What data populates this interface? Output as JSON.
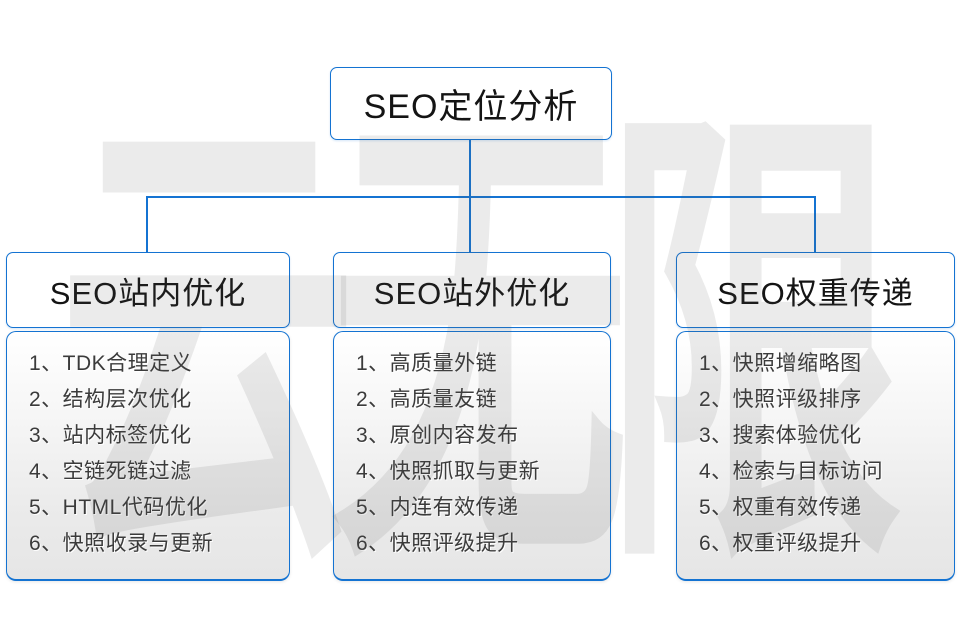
{
  "diagram": {
    "watermark": "云无限",
    "root": {
      "label": "SEO定位分析"
    },
    "columns": [
      {
        "header": "SEO站内优化",
        "items": [
          "1、TDK合理定义",
          "2、结构层次优化",
          "3、站内标签优化",
          "4、空链死链过滤",
          "5、HTML代码优化",
          "6、快照收录与更新"
        ]
      },
      {
        "header": "SEO站外优化",
        "items": [
          "1、高质量外链",
          "2、高质量友链",
          "3、原创内容发布",
          "4、快照抓取与更新",
          "5、内连有效传递",
          "6、快照评级提升"
        ]
      },
      {
        "header": "SEO权重传递",
        "items": [
          "1、快照增缩略图",
          "2、快照评级排序",
          "3、搜索体验优化",
          "4、检索与目标访问",
          "5、权重有效传递",
          "6、权重评级提升"
        ]
      }
    ],
    "colors": {
      "accent_blue": "#1473d2",
      "header_text": "#141414",
      "item_text": "#3b3b3b",
      "watermark_gray": "#ebebeb"
    }
  }
}
